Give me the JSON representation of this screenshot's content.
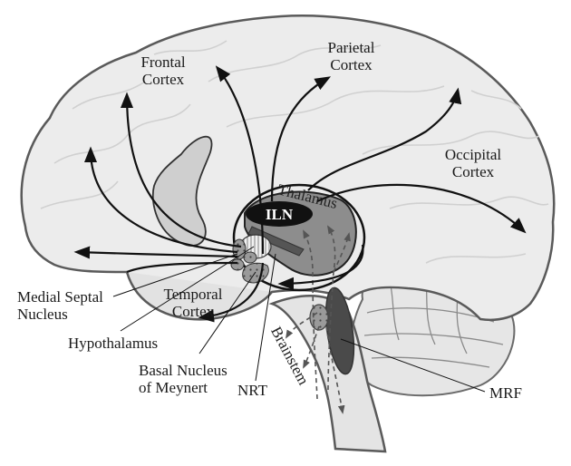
{
  "figure": {
    "colors": {
      "brain_fill": "#ececec",
      "brain_outline": "#5a5a5a",
      "sulcus": "#d3d3d3",
      "thalamus_fill": "#8d8d8d",
      "iln_fill": "#111111",
      "ventricle_fill": "#cfcfcf",
      "mrf_fill": "#4a4a4a",
      "nucleus_fill": "#9a9a9a",
      "arrow": "#111111"
    },
    "labels": {
      "frontal_cortex": [
        "Frontal",
        "Cortex"
      ],
      "parietal_cortex": [
        "Parietal",
        "Cortex"
      ],
      "occipital_cortex": [
        "Occipital",
        "Cortex"
      ],
      "temporal_cortex": [
        "Temporal",
        "Cortex"
      ],
      "thalamus": "Thalamus",
      "iln": "ILN",
      "brainstem": "Brainstem",
      "medial_septal_nucleus": [
        "Medial Septal",
        "Nucleus"
      ],
      "hypothalamus": "Hypothalamus",
      "basal_nucleus_of_meynert": [
        "Basal Nucleus",
        "of Meynert"
      ],
      "nrt": "NRT",
      "mrf": "MRF"
    }
  }
}
